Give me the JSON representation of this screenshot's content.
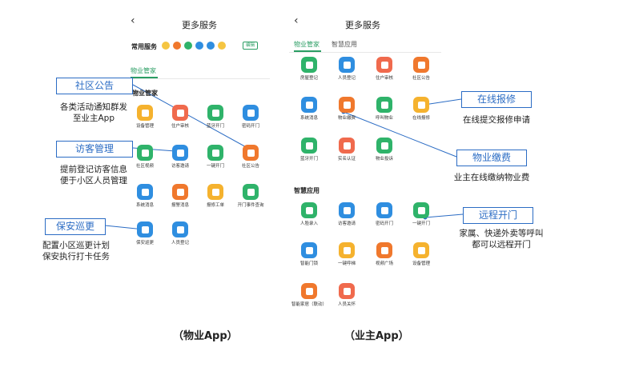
{
  "property_app": {
    "back": "‹",
    "title": "更多服务",
    "quick_label": "常用服务",
    "quick_colors": [
      "#f5c542",
      "#f0782d",
      "#2fb36a",
      "#2f8ee0",
      "#2f8ee0",
      "#f5c542"
    ],
    "edit_label": "编辑",
    "tab_active": "物业管家",
    "section": "物业管家",
    "items": [
      {
        "label": "设备管理",
        "icon": "equipment-icon",
        "color": "#f5b22e"
      },
      {
        "label": "住户审核",
        "icon": "shield-icon",
        "color": "#f06a4d"
      },
      {
        "label": "蓝牙开门",
        "icon": "bluetooth-door-icon",
        "color": "#2fb36a"
      },
      {
        "label": "密码开门",
        "icon": "password-door-icon",
        "color": "#2f8ee0"
      },
      {
        "label": "社区视频",
        "icon": "video-icon",
        "color": "#2fb36a"
      },
      {
        "label": "访客邀请",
        "icon": "visitor-icon",
        "color": "#2f8ee0"
      },
      {
        "label": "一键开门",
        "icon": "lock-icon",
        "color": "#2fb36a"
      },
      {
        "label": "社区公告",
        "icon": "notice-icon",
        "color": "#f0782d"
      },
      {
        "label": "系统消息",
        "icon": "bell-icon",
        "color": "#2f8ee0"
      },
      {
        "label": "报警消息",
        "icon": "alarm-icon",
        "color": "#f0782d"
      },
      {
        "label": "报修工单",
        "icon": "wrench-icon",
        "color": "#f5b22e"
      },
      {
        "label": "开门事件查询",
        "icon": "door-event-icon",
        "color": "#2fb36a"
      },
      {
        "label": "保安巡更",
        "icon": "patrol-icon",
        "color": "#2f8ee0"
      },
      {
        "label": "人员登记",
        "icon": "person-icon",
        "color": "#2f8ee0"
      }
    ],
    "caption": "（物业App）"
  },
  "owner_app": {
    "back": "‹",
    "title": "更多服务",
    "tabs": [
      "物业管家",
      "智慧应用"
    ],
    "section1": "物业管家",
    "items1": [
      {
        "label": "房屋登记",
        "icon": "house-icon",
        "color": "#2fb36a"
      },
      {
        "label": "人员登记",
        "icon": "id-card-icon",
        "color": "#2f8ee0"
      },
      {
        "label": "住户审核",
        "icon": "shield-icon",
        "color": "#f06a4d"
      },
      {
        "label": "社区公告",
        "icon": "notice-icon",
        "color": "#f0782d"
      },
      {
        "label": "系统消息",
        "icon": "bell-icon",
        "color": "#2f8ee0"
      },
      {
        "label": "物业缴费",
        "icon": "payment-icon",
        "color": "#f0782d"
      },
      {
        "label": "呼叫物业",
        "icon": "phone-icon",
        "color": "#2fb36a"
      },
      {
        "label": "在线报修",
        "icon": "wrench-icon",
        "color": "#f5b22e"
      },
      {
        "label": "蓝牙开门",
        "icon": "bluetooth-door-icon",
        "color": "#2fb36a"
      },
      {
        "label": "实名认证",
        "icon": "verify-icon",
        "color": "#f06a4d"
      },
      {
        "label": "物业投诉",
        "icon": "complaint-icon",
        "color": "#2fb36a"
      }
    ],
    "section2": "智慧应用",
    "items2": [
      {
        "label": "人脸录入",
        "icon": "face-icon",
        "color": "#2fb36a"
      },
      {
        "label": "访客邀请",
        "icon": "qr-icon",
        "color": "#2f8ee0"
      },
      {
        "label": "密码开门",
        "icon": "password-door-icon",
        "color": "#2f8ee0"
      },
      {
        "label": "一键开门",
        "icon": "lock-icon",
        "color": "#2fb36a"
      },
      {
        "label": "智能门锁",
        "icon": "smart-lock-icon",
        "color": "#2f8ee0"
      },
      {
        "label": "一键呼梯",
        "icon": "elevator-icon",
        "color": "#f5b22e"
      },
      {
        "label": "视频广场",
        "icon": "video-square-icon",
        "color": "#f0782d"
      },
      {
        "label": "设备管理",
        "icon": "equipment-icon",
        "color": "#f5b22e"
      },
      {
        "label": "智能家居（联动）",
        "icon": "smart-home-icon",
        "color": "#f0782d"
      },
      {
        "label": "人员关怀",
        "icon": "care-icon",
        "color": "#f06a4d"
      }
    ],
    "caption": "（业主App）"
  },
  "callouts": {
    "notice": {
      "title": "社区公告",
      "desc": "各类活动通知群发\n至业主App"
    },
    "visitor": {
      "title": "访客管理",
      "desc": "提前登记访客信息\n便于小区人员管理"
    },
    "patrol": {
      "title": "保安巡更",
      "desc": "配置小区巡更计划\n保安执行打卡任务"
    },
    "repair": {
      "title": "在线报修",
      "desc": "在线提交报修申请"
    },
    "payment": {
      "title": "物业缴费",
      "desc": "业主在线缴纳物业费"
    },
    "remote_open": {
      "title": "远程开门",
      "desc": "家属、快递外卖等呼叫\n都可以远程开门"
    }
  },
  "colors": {
    "accent_green": "#2a9d63",
    "callout_blue": "#2b6cc4"
  }
}
